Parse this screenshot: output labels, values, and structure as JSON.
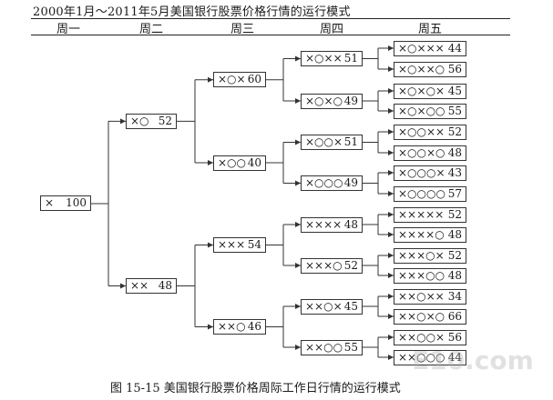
{
  "title": "2000年1月～2011年5月美国银行股票价格行情的运行模式",
  "columns": [
    "周一",
    "周二",
    "周三",
    "周四",
    "周五"
  ],
  "caption": "图 15-15    美国银行股票价格周际工作日行情的运行模式",
  "watermark": "E10.com",
  "nodes": {
    "day1": [
      {
        "seq": "×",
        "value": "100"
      }
    ],
    "day2": [
      {
        "seq": "×○",
        "value": "52"
      },
      {
        "seq": "××",
        "value": "48"
      }
    ],
    "day3": [
      {
        "seq": "×○×",
        "value": "60"
      },
      {
        "seq": "×○○",
        "value": "40"
      },
      {
        "seq": "×××",
        "value": "54"
      },
      {
        "seq": "××○",
        "value": "46"
      }
    ],
    "day4": [
      {
        "seq": "×○××",
        "value": "51"
      },
      {
        "seq": "×○×○",
        "value": "49"
      },
      {
        "seq": "×○○×",
        "value": "51"
      },
      {
        "seq": "×○○○",
        "value": "49"
      },
      {
        "seq": "××××",
        "value": "48"
      },
      {
        "seq": "×××○",
        "value": "52"
      },
      {
        "seq": "××○×",
        "value": "45"
      },
      {
        "seq": "××○○",
        "value": "55"
      }
    ],
    "day5": [
      {
        "seq": "×○×××",
        "value": "44"
      },
      {
        "seq": "×○××○",
        "value": "56"
      },
      {
        "seq": "×○×○×",
        "value": "45"
      },
      {
        "seq": "×○×○○",
        "value": "55"
      },
      {
        "seq": "×○○××",
        "value": "52"
      },
      {
        "seq": "×○○×○",
        "value": "48"
      },
      {
        "seq": "×○○○×",
        "value": "43"
      },
      {
        "seq": "×○○○○",
        "value": "57"
      },
      {
        "seq": "×××××",
        "value": "52"
      },
      {
        "seq": "××××○",
        "value": "48"
      },
      {
        "seq": "×××○×",
        "value": "52"
      },
      {
        "seq": "×××○○",
        "value": "48"
      },
      {
        "seq": "××○××",
        "value": "34"
      },
      {
        "seq": "××○×○",
        "value": "66"
      },
      {
        "seq": "××○○×",
        "value": "56"
      },
      {
        "seq": "××○○○",
        "value": "44"
      }
    ]
  }
}
